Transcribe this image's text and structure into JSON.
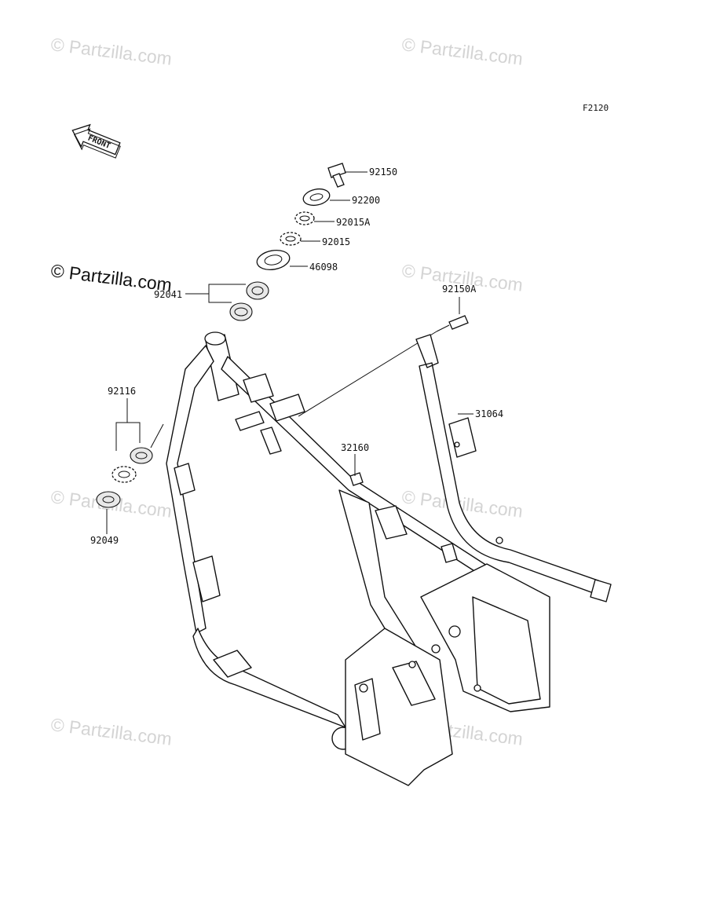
{
  "diagram": {
    "figure_code": "F2120",
    "front_label": "FRONT",
    "watermark": "© Partzilla.com",
    "callouts": [
      {
        "id": "92150",
        "label": "92150"
      },
      {
        "id": "92200",
        "label": "92200"
      },
      {
        "id": "92015A",
        "label": "92015A"
      },
      {
        "id": "92015",
        "label": "92015"
      },
      {
        "id": "46098",
        "label": "46098"
      },
      {
        "id": "92041",
        "label": "92041"
      },
      {
        "id": "92150A",
        "label": "92150A"
      },
      {
        "id": "31064",
        "label": "31064"
      },
      {
        "id": "32160",
        "label": "32160"
      },
      {
        "id": "92116",
        "label": "92116"
      },
      {
        "id": "92049",
        "label": "92049"
      }
    ]
  }
}
